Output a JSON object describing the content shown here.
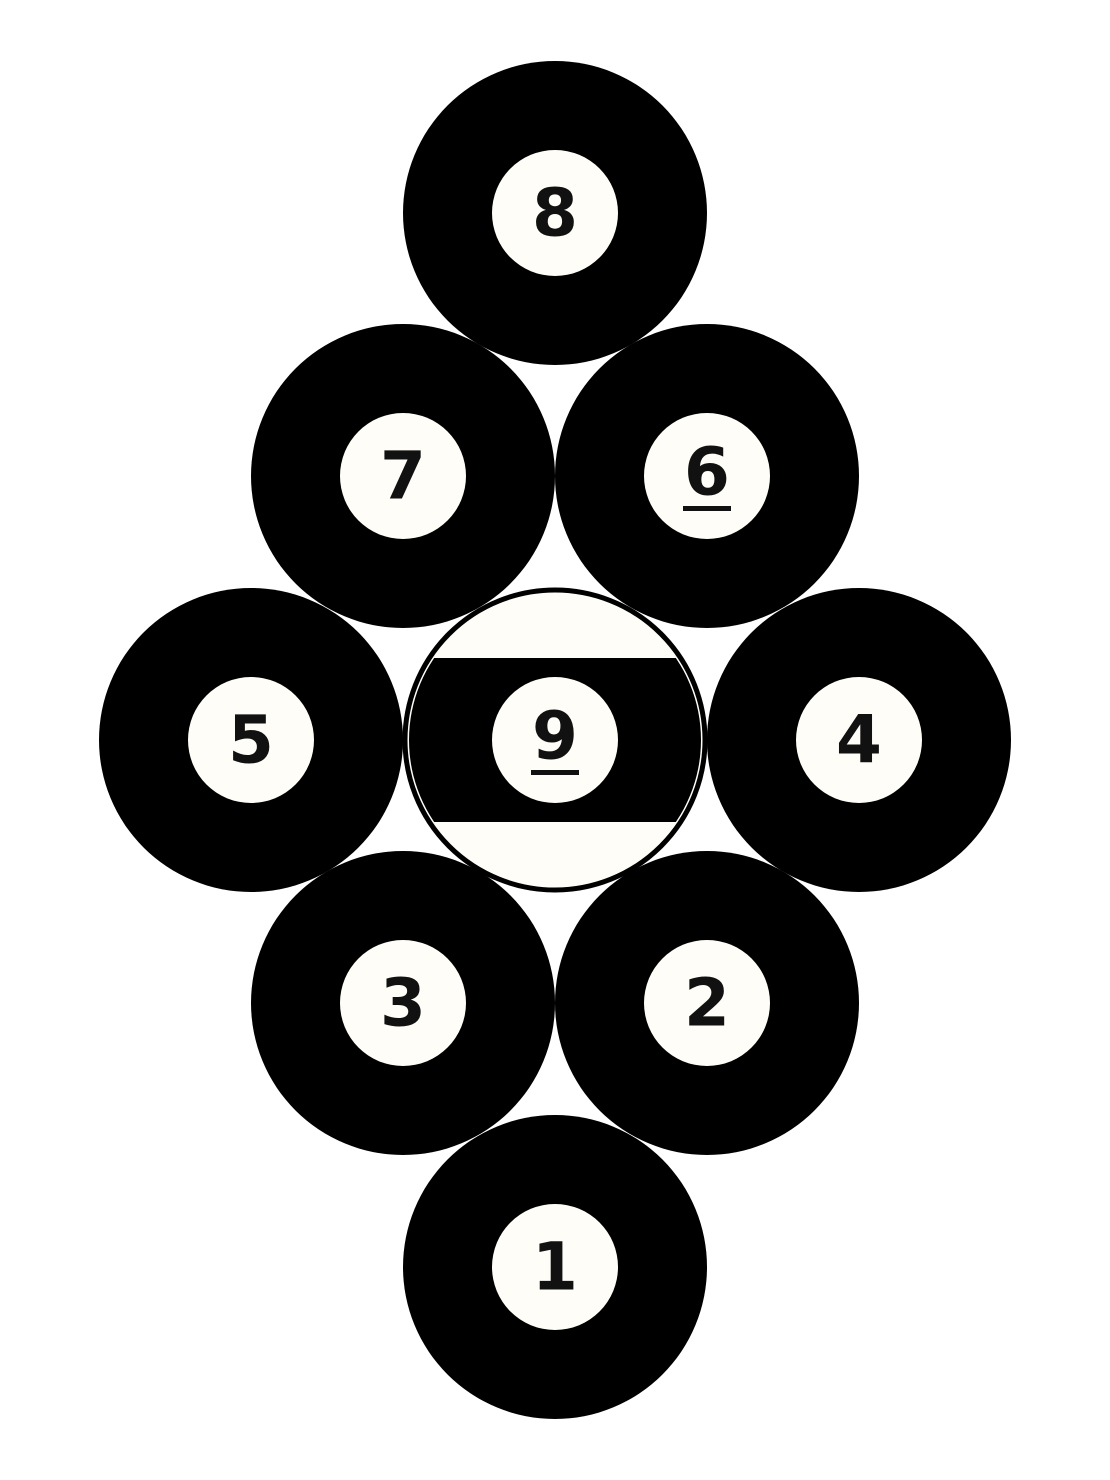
{
  "colors": {
    "background": "#ffffff",
    "ball_black": "#000000",
    "ball_cream": "#fffdf8",
    "number_ink": "#111111"
  },
  "rack": {
    "type": "nine-ball diamond rack",
    "balls": [
      {
        "number": "8",
        "style": "solid",
        "underline": false
      },
      {
        "number": "7",
        "style": "solid",
        "underline": false
      },
      {
        "number": "6",
        "style": "solid",
        "underline": true
      },
      {
        "number": "5",
        "style": "solid",
        "underline": false
      },
      {
        "number": "9",
        "style": "stripe",
        "underline": true
      },
      {
        "number": "4",
        "style": "solid",
        "underline": false
      },
      {
        "number": "3",
        "style": "solid",
        "underline": false
      },
      {
        "number": "2",
        "style": "solid",
        "underline": false
      },
      {
        "number": "1",
        "style": "solid",
        "underline": false
      }
    ]
  }
}
